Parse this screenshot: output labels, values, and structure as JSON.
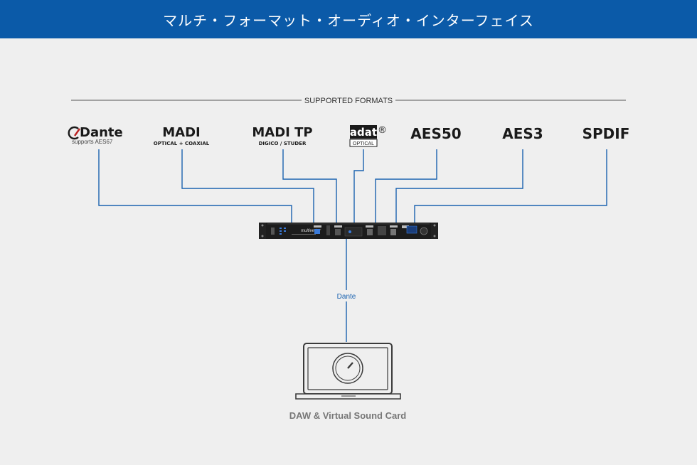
{
  "header": {
    "title": "マルチ・フォーマット・オーディオ・インターフェイス"
  },
  "section": {
    "label": "SUPPORTED FORMATS"
  },
  "formats": [
    {
      "name": "Dante",
      "sub": "supports AES67"
    },
    {
      "name": "MADI",
      "sub": "OPTICAL + COAXIAL"
    },
    {
      "name": "MADI TP",
      "sub": "DIGICO / STUDER"
    },
    {
      "name": "adat",
      "sub": "OPTICAL",
      "mark": "®"
    },
    {
      "name": "AES50",
      "sub": ""
    },
    {
      "name": "AES3",
      "sub": ""
    },
    {
      "name": "SPDIF",
      "sub": ""
    }
  ],
  "device": {
    "brand": "multiverter"
  },
  "link": {
    "label": "Dante"
  },
  "computer": {
    "label": "DAW & Virtual Sound Card"
  },
  "colors": {
    "header": "#0b5aa8",
    "line": "#1b63b0",
    "background": "#efefef",
    "text_dark": "#1a1a1a",
    "text_grey": "#777777"
  },
  "icons": {
    "dante_logo": "dante-logo-icon",
    "laptop": "laptop-icon",
    "knob": "knob-icon"
  }
}
